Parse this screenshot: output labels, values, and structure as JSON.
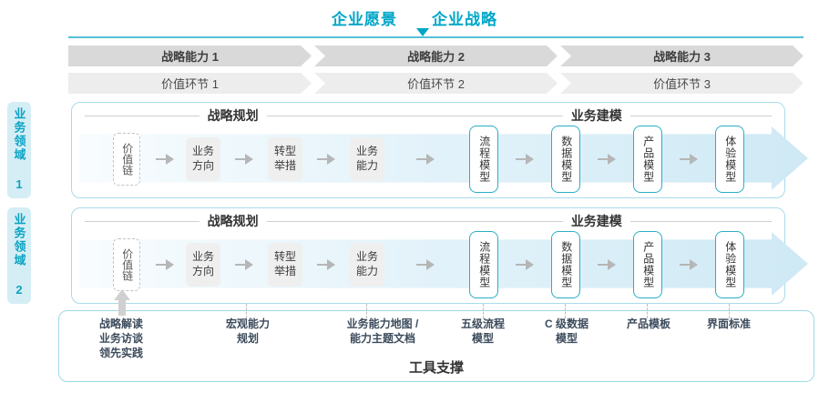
{
  "colors": {
    "accent": "#00a6c8",
    "band_dark": "#d9d9d9",
    "band_light": "#ededed",
    "panel_border": "#a9dcea",
    "teal_box_border": "#29aec6"
  },
  "header": {
    "vision": "企业愿景",
    "strategy": "企业战略"
  },
  "capability_band": {
    "items": [
      "战略能力 1",
      "战略能力 2",
      "战略能力 3"
    ]
  },
  "value_band": {
    "items": [
      "价值环节 1",
      "价值环节 2",
      "价值环节 3"
    ]
  },
  "domains": {
    "row1": "业务领域 1",
    "row2": "业务领域 2"
  },
  "row": {
    "planning_title": "战略规划",
    "modeling_title": "业务建模",
    "boxes": [
      "价值链",
      "业务方向",
      "转型举措",
      "业务能力",
      "流程模型",
      "数据模型",
      "产品模型",
      "体验模型"
    ]
  },
  "annotations": {
    "a1": "战略解读\n业务访谈\n领先实践",
    "a2": "宏观能力\n规划",
    "a3": "业务能力地图 /\n能力主题文档",
    "a4": "五级流程\n模型",
    "a5": "C 级数据\n模型",
    "a6": "产品模板",
    "a7": "界面标准"
  },
  "toolbox": {
    "title": "工具支撑"
  }
}
